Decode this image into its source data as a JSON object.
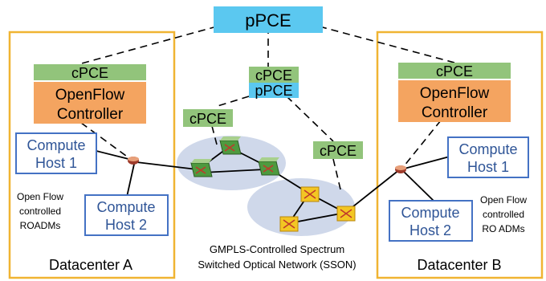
{
  "labels": {
    "ppce_top": "pPCE",
    "cpce": "cPCE",
    "ppce_mid": "pPCE",
    "openflow_line1": "OpenFlow",
    "openflow_line2": "Controller",
    "compute": "Compute",
    "host1": "Host 1",
    "host2": "Host 2",
    "openflow_small": "Open Flow",
    "controlled": "controlled",
    "roadms": "ROADMs",
    "ofc_b_line1": "OpenFlow",
    "ofc_b_line2": "Controller",
    "roadms_b": "RO ADMs",
    "openflow_small_b": "Open Flow",
    "controlled_b": "controlled",
    "datacenter_a": "Datacenter A",
    "datacenter_b": "Datacenter B",
    "sson_line1": "GMPLS-Controlled Spectrum",
    "sson_line2": "Switched Optical Network (SSON)"
  },
  "colors": {
    "ppce": "#5bc8f0",
    "cpce": "#92c47b",
    "openflow": "#f4a460",
    "datacenter_border": "#f0b432",
    "host_border": "#4472c4",
    "cloud": "#cfd8ea"
  },
  "icons": {
    "roadm": "roadm-icon",
    "gmpls_switch": "gmpls-switch-icon",
    "sson_switch": "sson-switch-icon"
  }
}
